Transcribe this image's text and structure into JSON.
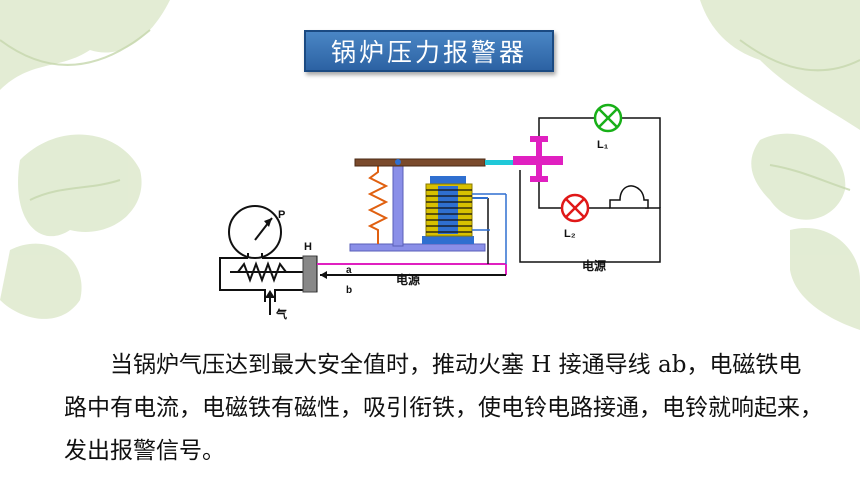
{
  "title": "锅炉压力报警器",
  "diagram": {
    "label_P": "P",
    "label_H": "H",
    "label_a": "a",
    "label_b": "b",
    "label_gas": "气",
    "label_power1": "电源",
    "label_power2": "电源",
    "label_L1": "L₁",
    "label_L2": "L₂",
    "colors": {
      "armature": "#7a4a2c",
      "magenta": "#e020c0",
      "cyan": "#20c8d8",
      "coil": "#d8c000",
      "core": "#2f6fd0",
      "frame": "#8a8fe8",
      "spring": "#e06010",
      "lamp_green": "#18b018",
      "lamp_red": "#e01818"
    }
  },
  "paragraph": "当锅炉气压达到最大安全值时，推动火塞 H 接通导线 ab，电磁铁电路中有电流，电磁铁有磁性，吸引衔铁，使电铃电路接通，电铃就响起来，发出报警信号。"
}
